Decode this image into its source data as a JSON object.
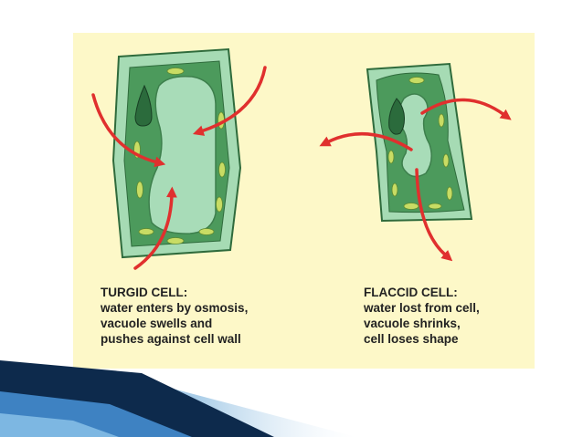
{
  "colors": {
    "panel_background": "#fdf8c8",
    "cell_wall": "#a6dbb4",
    "cytoplasm": "#4c9a5c",
    "vacuole": "#a8dcb8",
    "chloroplast": "#c8dc64",
    "nucleus": "#2b6b3c",
    "arrow": "#e0302e",
    "slide_swoosh_dark": "#0d2a4c",
    "slide_swoosh_light": "#5a9fd4"
  },
  "icons": [
    "turgid-cell",
    "flaccid-cell",
    "water-in-arrow",
    "water-out-arrow"
  ],
  "turgid": {
    "title": "TURGID CELL:",
    "line1": "water enters by osmosis,",
    "line2": "vacuole swells and",
    "line3": "pushes against cell wall"
  },
  "flaccid": {
    "title": "FLACCID CELL:",
    "line1": "water lost from cell,",
    "line2": "vacuole shrinks,",
    "line3": "cell loses shape"
  }
}
